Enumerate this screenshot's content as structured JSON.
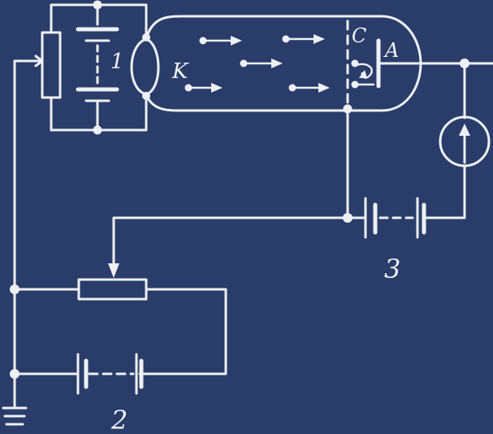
{
  "colors": {
    "background": "#2a3d6a",
    "ink": "#eef0f3"
  },
  "labels": {
    "battery_1": "1",
    "cathode": "K",
    "grid": "C",
    "anode": "A",
    "battery_2": "2",
    "battery_3": "3"
  },
  "icons": [
    "ammeter-icon",
    "ground-icon",
    "battery-icon",
    "resistor-icon",
    "vacuum-tube-icon"
  ]
}
